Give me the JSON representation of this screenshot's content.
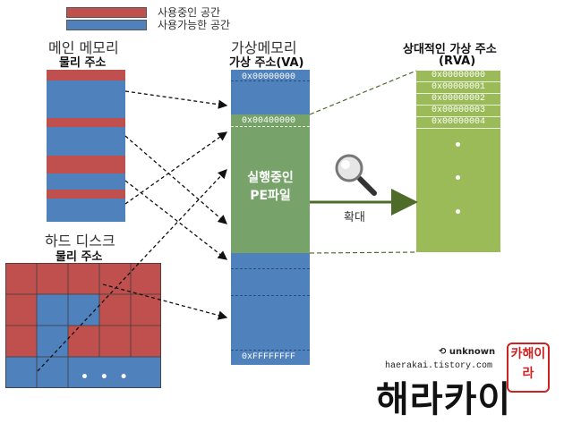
{
  "legend": {
    "used": "사용중인 공간",
    "free": "사용가능한 공간",
    "used_color": "#c0504d",
    "free_color": "#4f81bd"
  },
  "main_memory": {
    "title": "메인 메모리",
    "subtitle": "물리 주소"
  },
  "hard_disk": {
    "title": "하드 디스크",
    "subtitle": "물리 주소",
    "ellipsis": "• • •"
  },
  "virtual_memory": {
    "title": "가상메모리",
    "subtitle": "가상 주소(VA)",
    "addr_start": "0x00000000",
    "addr_base": "0x00400000",
    "addr_end": "0xFFFFFFFF",
    "pe_label_1": "실행중인",
    "pe_label_2": "PE파일"
  },
  "zoom": {
    "label": "확대"
  },
  "rva": {
    "title": "상대적인 가상 주소",
    "subtitle": "(RVA)",
    "rows": [
      "0x00000000",
      "0x00000001",
      "0x00000002",
      "0x00000003",
      "0x00000004"
    ]
  },
  "watermark": {
    "unknown": "unknown",
    "url": "haerakai.tistory.com",
    "logo": "해라카이",
    "stamp": "카해이라"
  }
}
